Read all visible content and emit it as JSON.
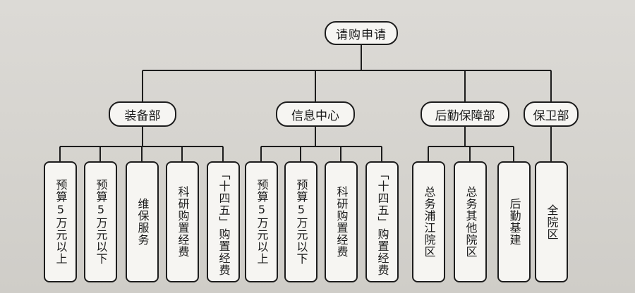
{
  "root": {
    "label": "请购申请"
  },
  "departments": [
    {
      "label": "装备部"
    },
    {
      "label": "信息中心"
    },
    {
      "label": "后勤保障部"
    },
    {
      "label": "保卫部"
    }
  ],
  "leaves": [
    {
      "label": "预算5万元以上"
    },
    {
      "label": "预算5万元以下"
    },
    {
      "label": "维保服务"
    },
    {
      "label": "科研购置经费"
    },
    {
      "label": "「十四五」购置经费"
    },
    {
      "label": "预算5万元以上"
    },
    {
      "label": "预算5万元以下"
    },
    {
      "label": "科研购置经费"
    },
    {
      "label": "「十四五」购置经费"
    },
    {
      "label": "总务浦江院区"
    },
    {
      "label": "总务其他院区"
    },
    {
      "label": "后勤基建"
    },
    {
      "label": "全院区"
    }
  ]
}
